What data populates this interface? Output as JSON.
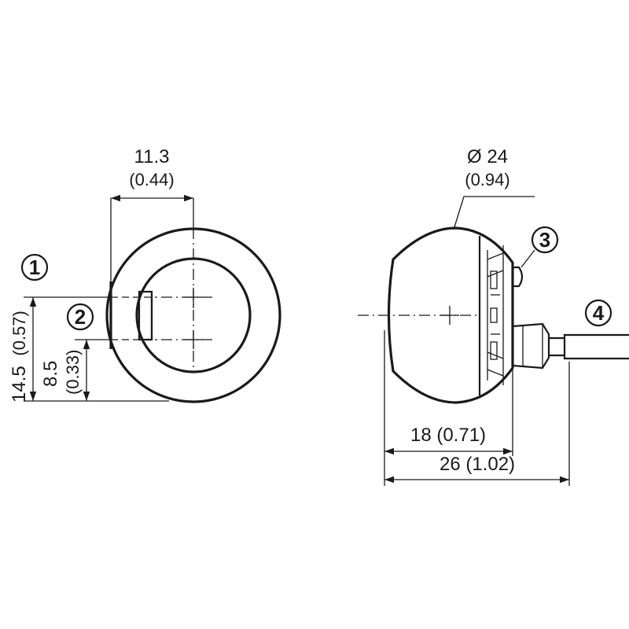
{
  "dimensions": {
    "width_main": "11.3",
    "width_inch": "(0.44)",
    "diameter_main": "Ø 24",
    "diameter_inch": "(0.94)",
    "height_outer_main": "14.5",
    "height_outer_inch": "(0.57)",
    "height_inner_main": "8.5",
    "height_inner_inch": "(0.33)",
    "depth_body": "18 (0.71)",
    "depth_total": "26 (1.02)"
  },
  "callouts": [
    "1",
    "2",
    "3",
    "4"
  ]
}
